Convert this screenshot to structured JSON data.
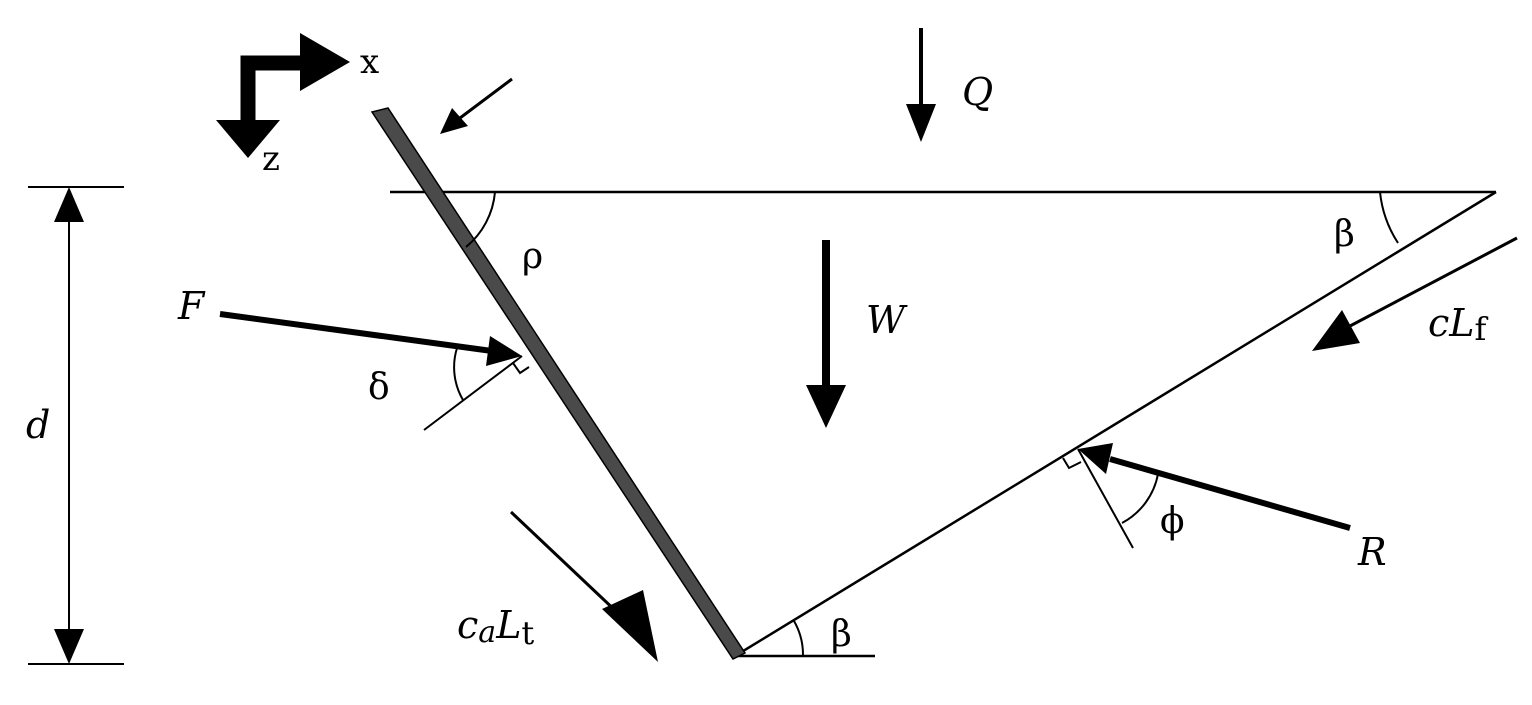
{
  "labels": {
    "axis_x": "x",
    "axis_z": "z",
    "Q": "Q",
    "W": "W",
    "F": "F",
    "R": "R",
    "d": "d",
    "rho": "ρ",
    "delta": "δ",
    "phi": "ϕ",
    "beta_top": "β",
    "beta_bottom": "β",
    "cLf_main": "cL",
    "cLf_sub": "f",
    "caLt_c": "c",
    "caLt_a": "a",
    "caLt_L": "L",
    "caLt_t": "t"
  },
  "colors": {
    "line": "#000000",
    "wall": "#4a4a4a"
  }
}
